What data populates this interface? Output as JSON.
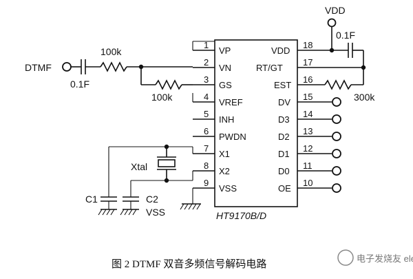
{
  "chip": {
    "name": "HT9170B/D",
    "left_pins": [
      {
        "num": "1",
        "label": "VP"
      },
      {
        "num": "2",
        "label": "VN"
      },
      {
        "num": "3",
        "label": "GS"
      },
      {
        "num": "4",
        "label": "VREF"
      },
      {
        "num": "5",
        "label": "INH"
      },
      {
        "num": "6",
        "label": "PWDN"
      },
      {
        "num": "7",
        "label": "X1"
      },
      {
        "num": "8",
        "label": "X2"
      },
      {
        "num": "9",
        "label": "VSS"
      }
    ],
    "right_pins": [
      {
        "num": "18",
        "label": "VDD"
      },
      {
        "num": "17",
        "label": "RT/GT"
      },
      {
        "num": "16",
        "label": "EST"
      },
      {
        "num": "15",
        "label": "DV"
      },
      {
        "num": "14",
        "label": "D3"
      },
      {
        "num": "13",
        "label": "D2"
      },
      {
        "num": "12",
        "label": "D1"
      },
      {
        "num": "11",
        "label": "D0"
      },
      {
        "num": "10",
        "label": "OE"
      }
    ]
  },
  "components": {
    "input_label": "DTMF",
    "input_cap": "0.1F",
    "input_res": "100k",
    "fb_res": "100k",
    "vdd_label": "VDD",
    "vdd_cap": "0.1F",
    "est_res": "300k",
    "crystal": "Xtal",
    "c1": "C1",
    "c2": "C2",
    "vss": "VSS"
  },
  "caption": "图 2   DTMF 双音多频信号解码电路",
  "watermark": "电子发烧友 elecfans.com"
}
